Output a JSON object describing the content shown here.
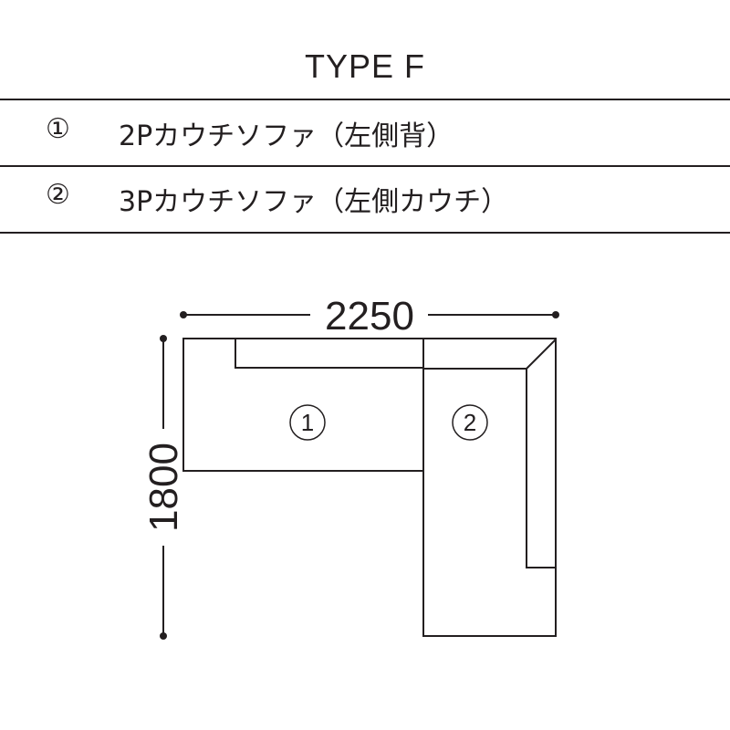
{
  "title": "TYPE F",
  "items": [
    {
      "marker": "①",
      "label": "2Pカウチソファ（左側背）"
    },
    {
      "marker": "②",
      "label": "3Pカウチソファ（左側カウチ）"
    }
  ],
  "diagram": {
    "width_label": "2250",
    "depth_label": "1800",
    "piece_markers": [
      "①",
      "②"
    ]
  }
}
